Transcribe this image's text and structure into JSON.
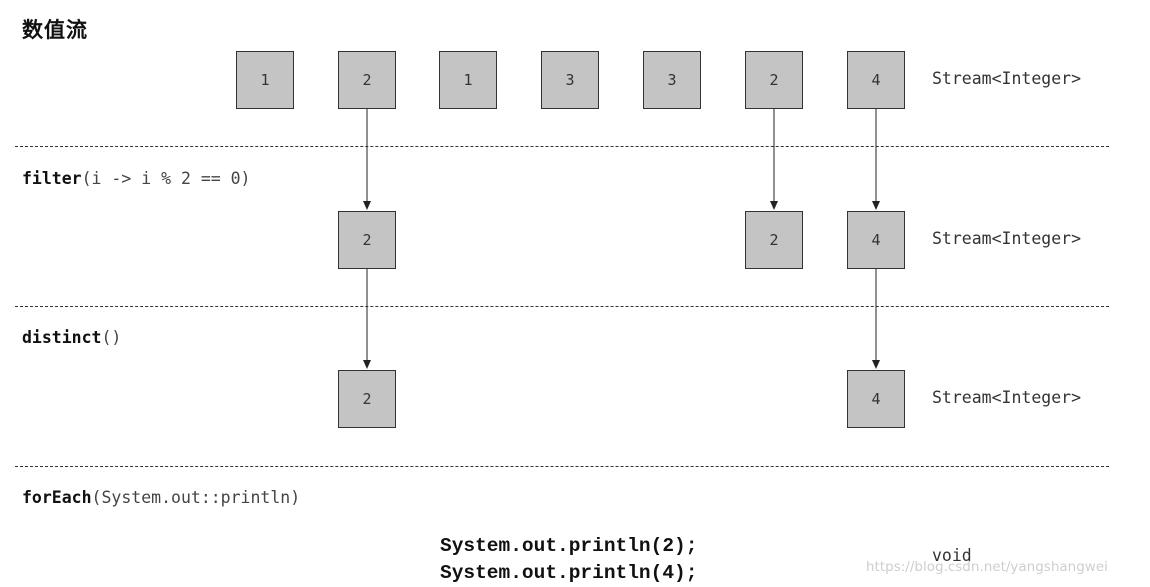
{
  "title": "数值流",
  "stages": [
    {
      "values": [
        "1",
        "2",
        "1",
        "3",
        "3",
        "2",
        "4"
      ],
      "type": "Stream<Integer>"
    },
    {
      "values": [
        "2",
        "2",
        "4"
      ],
      "type": "Stream<Integer>"
    },
    {
      "values": [
        "2",
        "4"
      ],
      "type": "Stream<Integer>"
    }
  ],
  "operations": [
    {
      "name": "filter",
      "args": "(i -> i % 2 == 0)"
    },
    {
      "name": "distinct",
      "args": "()"
    },
    {
      "name": "forEach",
      "args": "(System.out::println)"
    }
  ],
  "output": {
    "lines": [
      "System.out.println(2);",
      "System.out.println(4);"
    ],
    "type": "void"
  },
  "watermark": "https://blog.csdn.net/yangshangwei"
}
